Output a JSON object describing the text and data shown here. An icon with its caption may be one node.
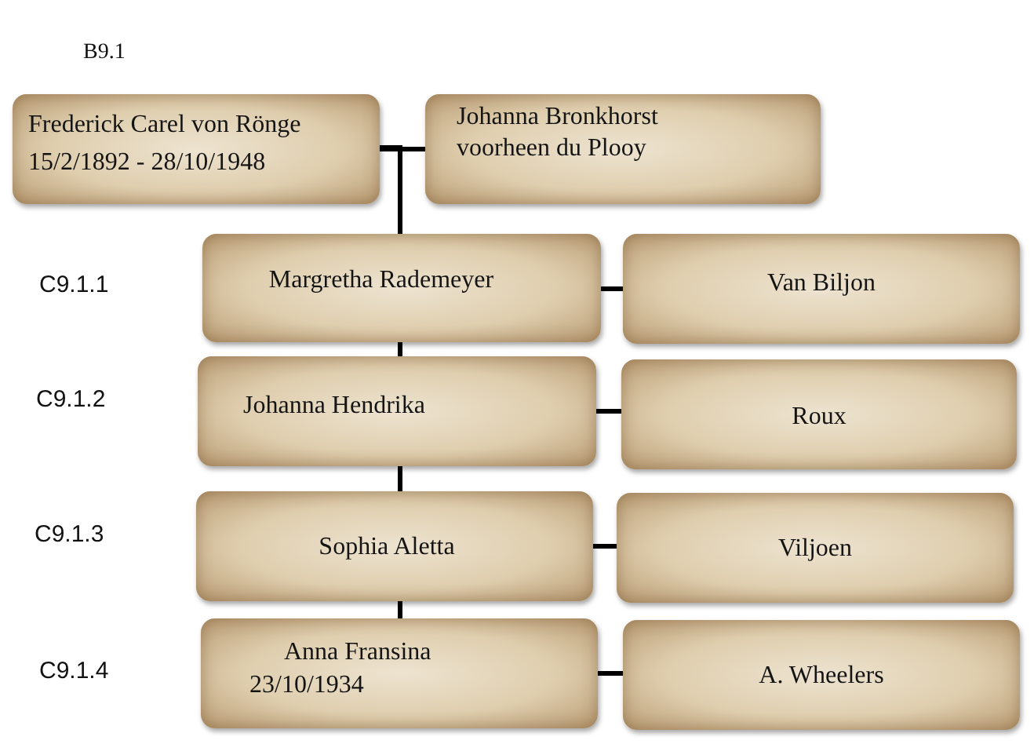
{
  "diagram": {
    "nodes": [
      {
        "text": [
          "Frederick Carel von Rönge",
          "15/2/1892 - 28/10/1948"
        ]
      },
      {
        "text": [
          "Johanna Bronkhorst voorheen du Plooy"
        ]
      },
      {
        "text": [
          "Margretha Rademeyer"
        ]
      },
      {
        "text": [
          "Van Biljon"
        ]
      },
      {
        "text": [
          "Johanna Hendrika"
        ]
      },
      {
        "text": [
          "Roux"
        ]
      },
      {
        "text": [
          "Sophia Aletta"
        ]
      },
      {
        "text": [
          "Viljoen"
        ]
      },
      {
        "text": [
          "Anna Fransina",
          "23/10/1934"
        ]
      },
      {
        "text": [
          "A. Wheelers"
        ]
      }
    ],
    "edges": [
      {
        "from": 0,
        "to": 1,
        "arrow": "none"
      },
      {
        "from": 0,
        "to": 2,
        "arrow": "none"
      },
      {
        "from": 2,
        "to": 3,
        "arrow": "none"
      },
      {
        "from": 2,
        "to": 4,
        "arrow": "none"
      },
      {
        "from": 4,
        "to": 5,
        "arrow": "none"
      },
      {
        "from": 4,
        "to": 6,
        "arrow": "none"
      },
      {
        "from": 6,
        "to": 7,
        "arrow": "none"
      },
      {
        "from": 6,
        "to": 8,
        "arrow": "none"
      },
      {
        "from": 8,
        "to": 9,
        "arrow": "none"
      }
    ],
    "labels": [
      "B9.1",
      "C9.1.1",
      "C9.1.2",
      "C9.1.3",
      "C9.1.4"
    ]
  }
}
